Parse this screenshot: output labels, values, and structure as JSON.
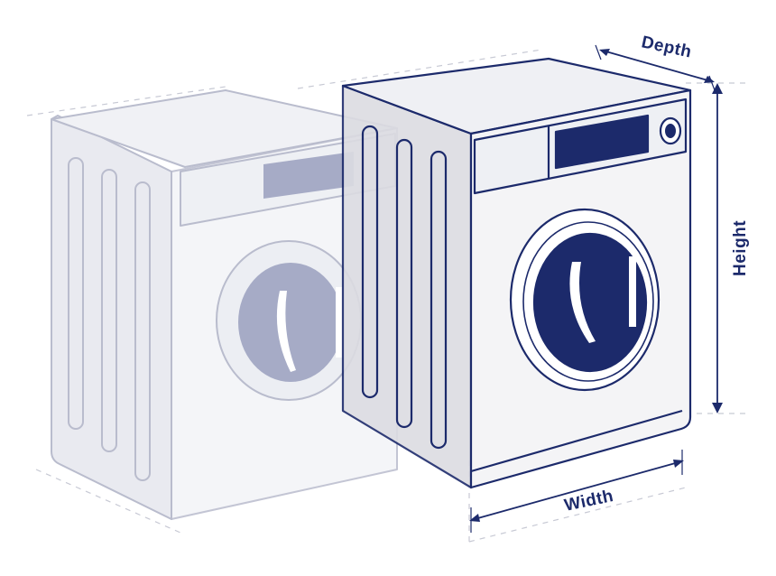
{
  "labels": {
    "depth": "Depth",
    "height": "Height",
    "width": "Width"
  },
  "colors": {
    "navy": "#1c2a6b",
    "ghost_stroke": "#b9bccd",
    "ghost_fill": "#eceef3",
    "ghost_glass": "#a6abc6",
    "body_fill": "#f1f1f3",
    "side_fill": "#dcdce2",
    "guide": "#c7c9d4"
  },
  "icons": [
    "washing-machine",
    "dimension-arrow"
  ]
}
